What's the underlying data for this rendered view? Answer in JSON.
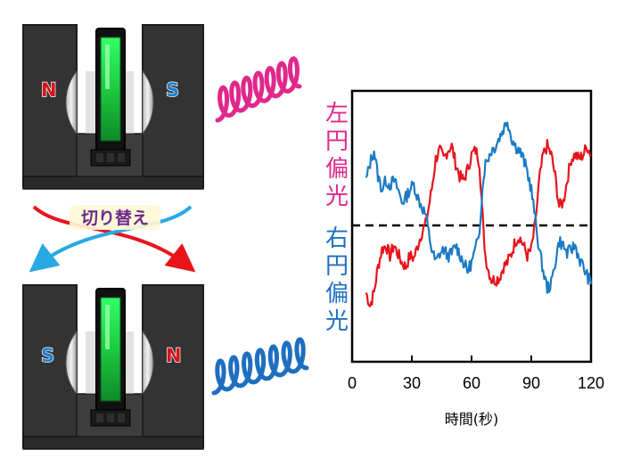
{
  "magnets": {
    "top": {
      "left_pole": "N",
      "right_pole": "S"
    },
    "bottom": {
      "left_pole": "S",
      "right_pole": "N"
    }
  },
  "switch_label": "切り替え",
  "colors": {
    "left_circular": "#e0288c",
    "right_circular": "#1e6fc0",
    "red_trace": "#e8141c",
    "blue_trace": "#1c7bc4",
    "pole_red": "#d4141c",
    "pole_blue": "#1e7fd0",
    "glow_green": "#22dd44",
    "housing": "#3a3a3a"
  },
  "chart_data": {
    "type": "line",
    "xlabel": "時間(秒)",
    "ylabel": "",
    "xlim": [
      0,
      120
    ],
    "x_ticks": [
      "0",
      "30",
      "60",
      "90",
      "120"
    ],
    "reference_line": "dashed-midline",
    "labels": {
      "left_circular": "左円偏光",
      "right_circular": "右円偏光"
    },
    "series": [
      {
        "name": "",
        "color": "red",
        "x": [
          7,
          9,
          11,
          13,
          15,
          17,
          19,
          21,
          23,
          25,
          27,
          29,
          31,
          33,
          35,
          37,
          38,
          40,
          42,
          44,
          46,
          48,
          50,
          52,
          54,
          56,
          58,
          60,
          62,
          63,
          64,
          65,
          66,
          67,
          68,
          70,
          72,
          74,
          76,
          78,
          80,
          82,
          84,
          86,
          88,
          90,
          92,
          94,
          96,
          98,
          100,
          102,
          104,
          106,
          108,
          110,
          112,
          114,
          116,
          118,
          120
        ],
        "y": [
          0.18,
          0.12,
          0.18,
          0.3,
          0.38,
          0.4,
          0.35,
          0.4,
          0.36,
          0.32,
          0.3,
          0.35,
          0.34,
          0.4,
          0.46,
          0.5,
          0.55,
          0.66,
          0.8,
          0.84,
          0.8,
          0.84,
          0.86,
          0.78,
          0.72,
          0.7,
          0.75,
          0.82,
          0.84,
          0.82,
          0.78,
          0.62,
          0.46,
          0.35,
          0.3,
          0.24,
          0.24,
          0.25,
          0.3,
          0.32,
          0.36,
          0.42,
          0.44,
          0.4,
          0.35,
          0.38,
          0.5,
          0.7,
          0.82,
          0.86,
          0.82,
          0.72,
          0.58,
          0.6,
          0.7,
          0.8,
          0.82,
          0.8,
          0.82,
          0.86,
          0.82
        ]
      },
      {
        "name": "",
        "color": "blue",
        "x": [
          7,
          9,
          11,
          13,
          15,
          17,
          19,
          21,
          23,
          25,
          27,
          29,
          31,
          33,
          35,
          37,
          38,
          40,
          42,
          44,
          46,
          48,
          50,
          52,
          54,
          56,
          58,
          60,
          62,
          63,
          64,
          65,
          66,
          67,
          68,
          70,
          72,
          74,
          76,
          78,
          80,
          82,
          84,
          86,
          88,
          90,
          92,
          94,
          96,
          98,
          100,
          102,
          104,
          106,
          108,
          110,
          112,
          114,
          116,
          118,
          120
        ],
        "y": [
          0.7,
          0.78,
          0.84,
          0.72,
          0.66,
          0.7,
          0.68,
          0.7,
          0.66,
          0.6,
          0.62,
          0.66,
          0.68,
          0.62,
          0.58,
          0.54,
          0.48,
          0.38,
          0.32,
          0.36,
          0.38,
          0.35,
          0.36,
          0.4,
          0.36,
          0.32,
          0.28,
          0.32,
          0.38,
          0.42,
          0.48,
          0.6,
          0.72,
          0.78,
          0.8,
          0.84,
          0.86,
          0.9,
          0.94,
          0.98,
          0.9,
          0.86,
          0.84,
          0.8,
          0.74,
          0.66,
          0.52,
          0.38,
          0.28,
          0.2,
          0.22,
          0.32,
          0.42,
          0.4,
          0.36,
          0.38,
          0.4,
          0.34,
          0.3,
          0.26,
          0.22
        ]
      }
    ]
  }
}
